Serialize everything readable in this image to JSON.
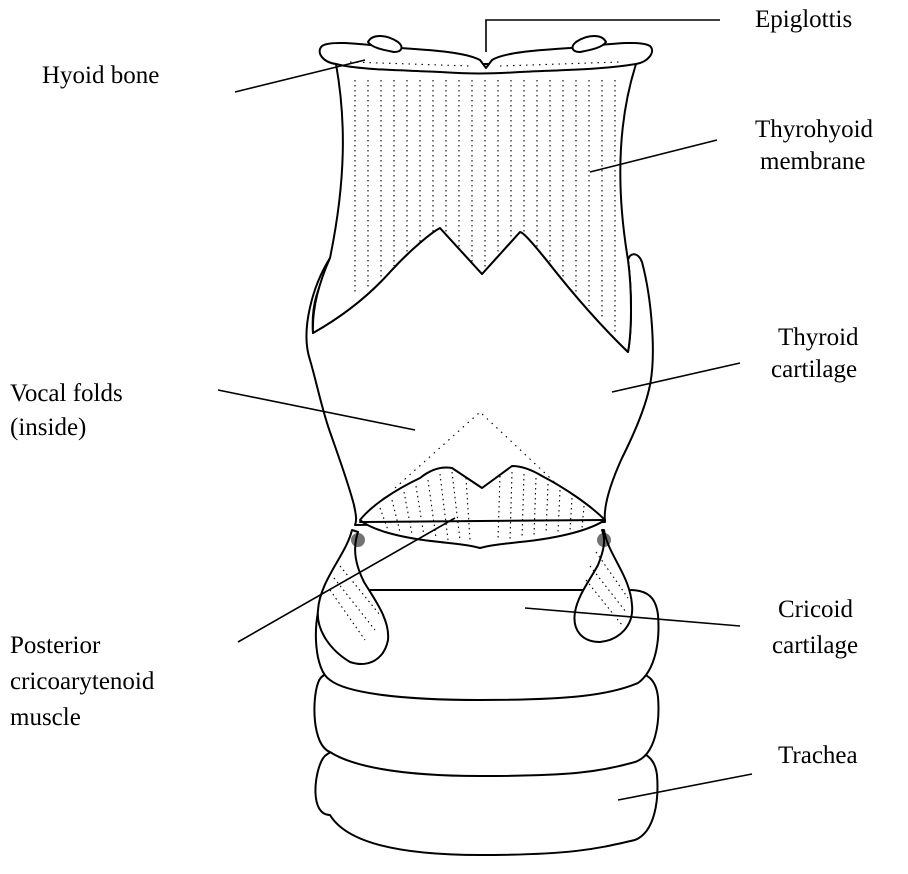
{
  "labels": {
    "epiglottis": "Epiglottis",
    "hyoid_bone": "Hyoid bone",
    "thyrohyoid_line1": "Thyrohyoid",
    "thyrohyoid_line2": "membrane",
    "thyroid_line1": "Thyroid",
    "thyroid_line2": "cartilage",
    "vocal_line1": "Vocal folds",
    "vocal_line2": "(inside)",
    "pca_line1": "Posterior",
    "pca_line2": "cricoarytenoid",
    "pca_line3": "muscle",
    "cricoid_line1": "Cricoid",
    "cricoid_line2": "cartilage",
    "trachea": "Trachea"
  },
  "colors": {
    "line": "#000000",
    "background": "#ffffff"
  }
}
